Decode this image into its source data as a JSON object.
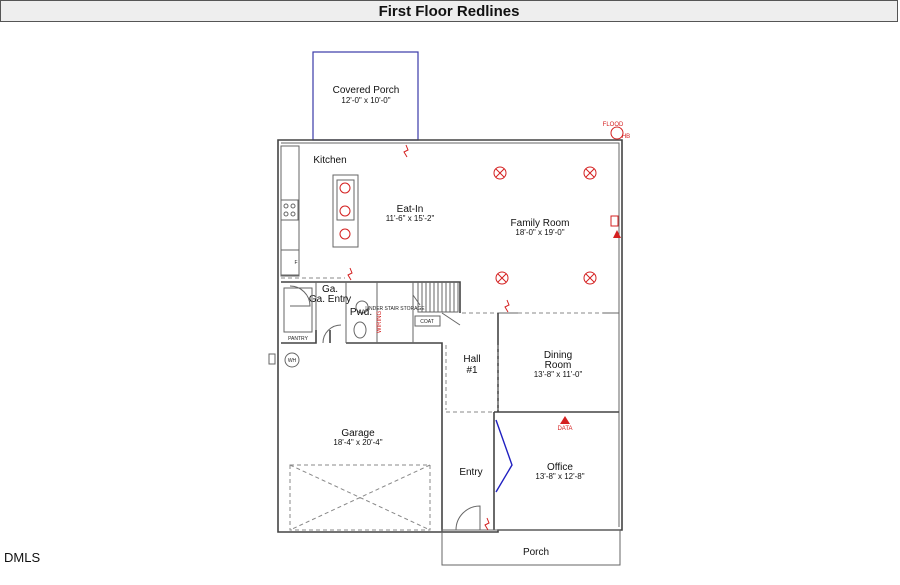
{
  "title": "First Floor Redlines",
  "footer": "DMLS",
  "rooms": {
    "covered_porch": {
      "name": "Covered Porch",
      "dim": "12'-0\" x 10'-0\""
    },
    "kitchen": {
      "name": "Kitchen"
    },
    "eat_in": {
      "name": "Eat-In",
      "dim": "11'-6\" x 15'-2\""
    },
    "family_room": {
      "name": "Family Room",
      "dim": "18'-0\" x 19'-0\""
    },
    "ga_entry": {
      "name": "Ga. Entry"
    },
    "pwd": {
      "name": "Pwd."
    },
    "under_stair": {
      "name": "UNDER STAIR STORAGE"
    },
    "coat": {
      "name": "COAT"
    },
    "pantry": {
      "name": "PANTRY"
    },
    "wh": {
      "name": "WH"
    },
    "hall": {
      "name": "Hall #1"
    },
    "dining_room": {
      "name": "Dining Room",
      "dim": "13'-8\" x 11'-0\""
    },
    "garage": {
      "name": "Garage",
      "dim": "18'-4\" x 20'-4\""
    },
    "entry": {
      "name": "Entry"
    },
    "office": {
      "name": "Office",
      "dim": "13'-8\" x 12'-8\""
    },
    "porch": {
      "name": "Porch"
    }
  },
  "redlines": {
    "flood": "FLOOD",
    "hb": "HB",
    "data": "DATA",
    "wiring": "WIRING"
  }
}
